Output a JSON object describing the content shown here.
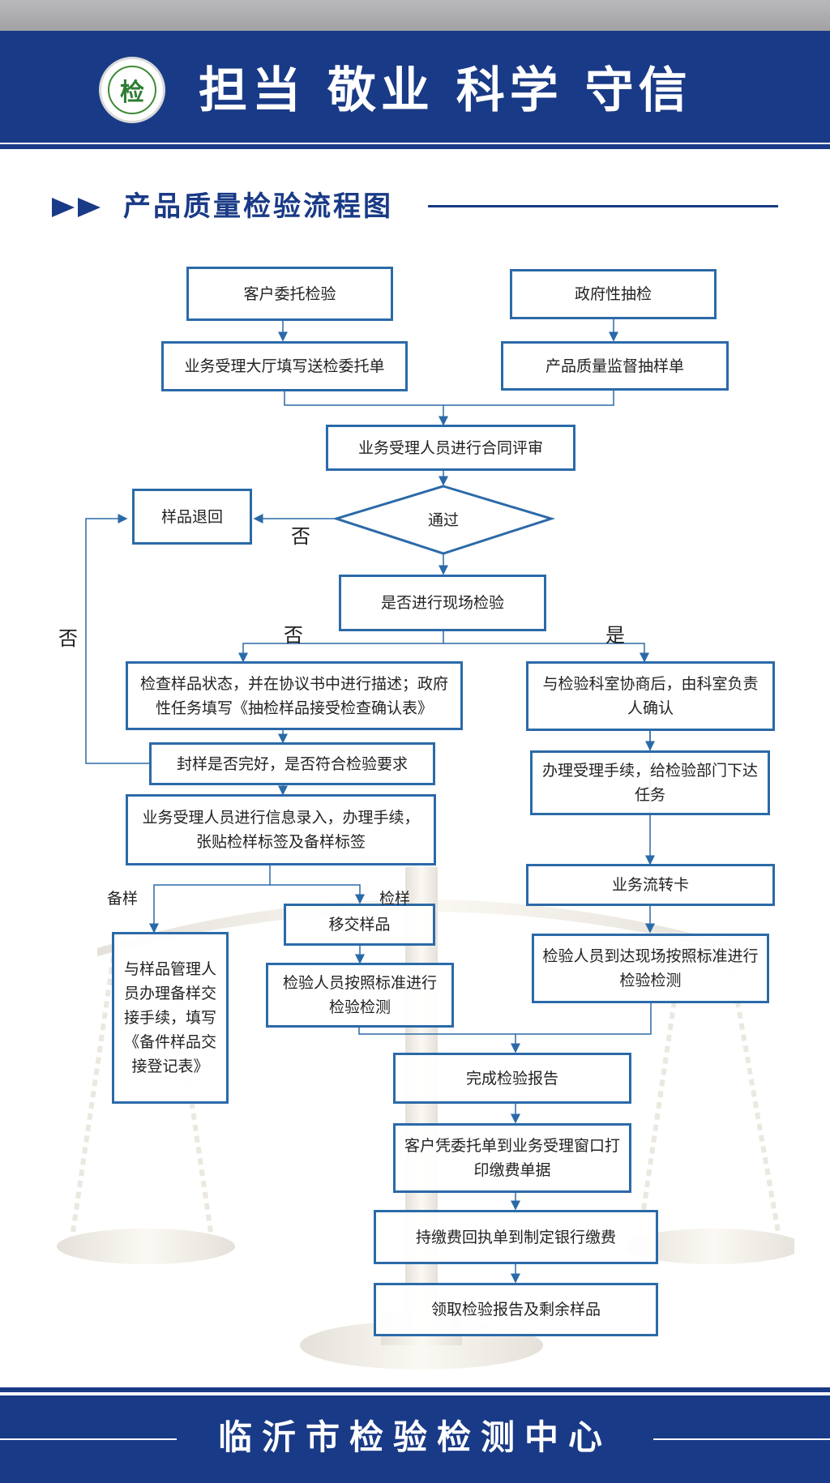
{
  "header": {
    "slogan": "担当  敬业  科学  守信",
    "logo_text": "检",
    "colors": {
      "brand_blue": "#193a86",
      "box_border": "#2b6aa8",
      "logo_green": "#2e7d32"
    }
  },
  "section": {
    "title": "产品质量检验流程图"
  },
  "flow": {
    "nodes": {
      "customer_entrust": "客户委托检验",
      "gov_sampling": "政府性抽检",
      "hall_fill_form": "业务受理大厅填写送检委托单",
      "quality_sampling_form": "产品质量监督抽样单",
      "contract_review": "业务受理人员进行合同评审",
      "pass": "通过",
      "sample_return": "样品退回",
      "onsite_check": "是否进行现场检验",
      "check_sample_state": "检查样品状态，并在协议书中进行描述；政府性任务填写《抽检样品接受检查确认表》",
      "sealed_ok": "封样是否完好，是否符合检验要求",
      "info_entry": "业务受理人员进行信息录入，办理手续，张贴检样标签及备样标签",
      "backup_handover": "与样品管理人员办理备样交接手续，填写《备件样品交接登记表》",
      "transfer_sample": "移交样品",
      "inspect_by_standard": "检验人员按照标准进行检验检测",
      "consult_dept": "与检验科室协商后，由科室负责人确认",
      "handle_procedures": "办理受理手续，给检验部门下达任务",
      "workflow_card": "业务流转卡",
      "onsite_inspect": "检验人员到达现场按照标准进行检验检测",
      "complete_report": "完成检验报告",
      "print_receipt": "客户凭委托单到业务受理窗口打印缴费单据",
      "pay_bank": "持缴费回执单到制定银行缴费",
      "collect_report": "领取检验报告及剩余样品"
    },
    "labels": {
      "no_1": "否",
      "no_2": "否",
      "no_3": "否",
      "yes": "是",
      "backup_sample": "备样",
      "test_sample": "检样"
    }
  },
  "footer": {
    "title": "临沂市检验检测中心"
  }
}
